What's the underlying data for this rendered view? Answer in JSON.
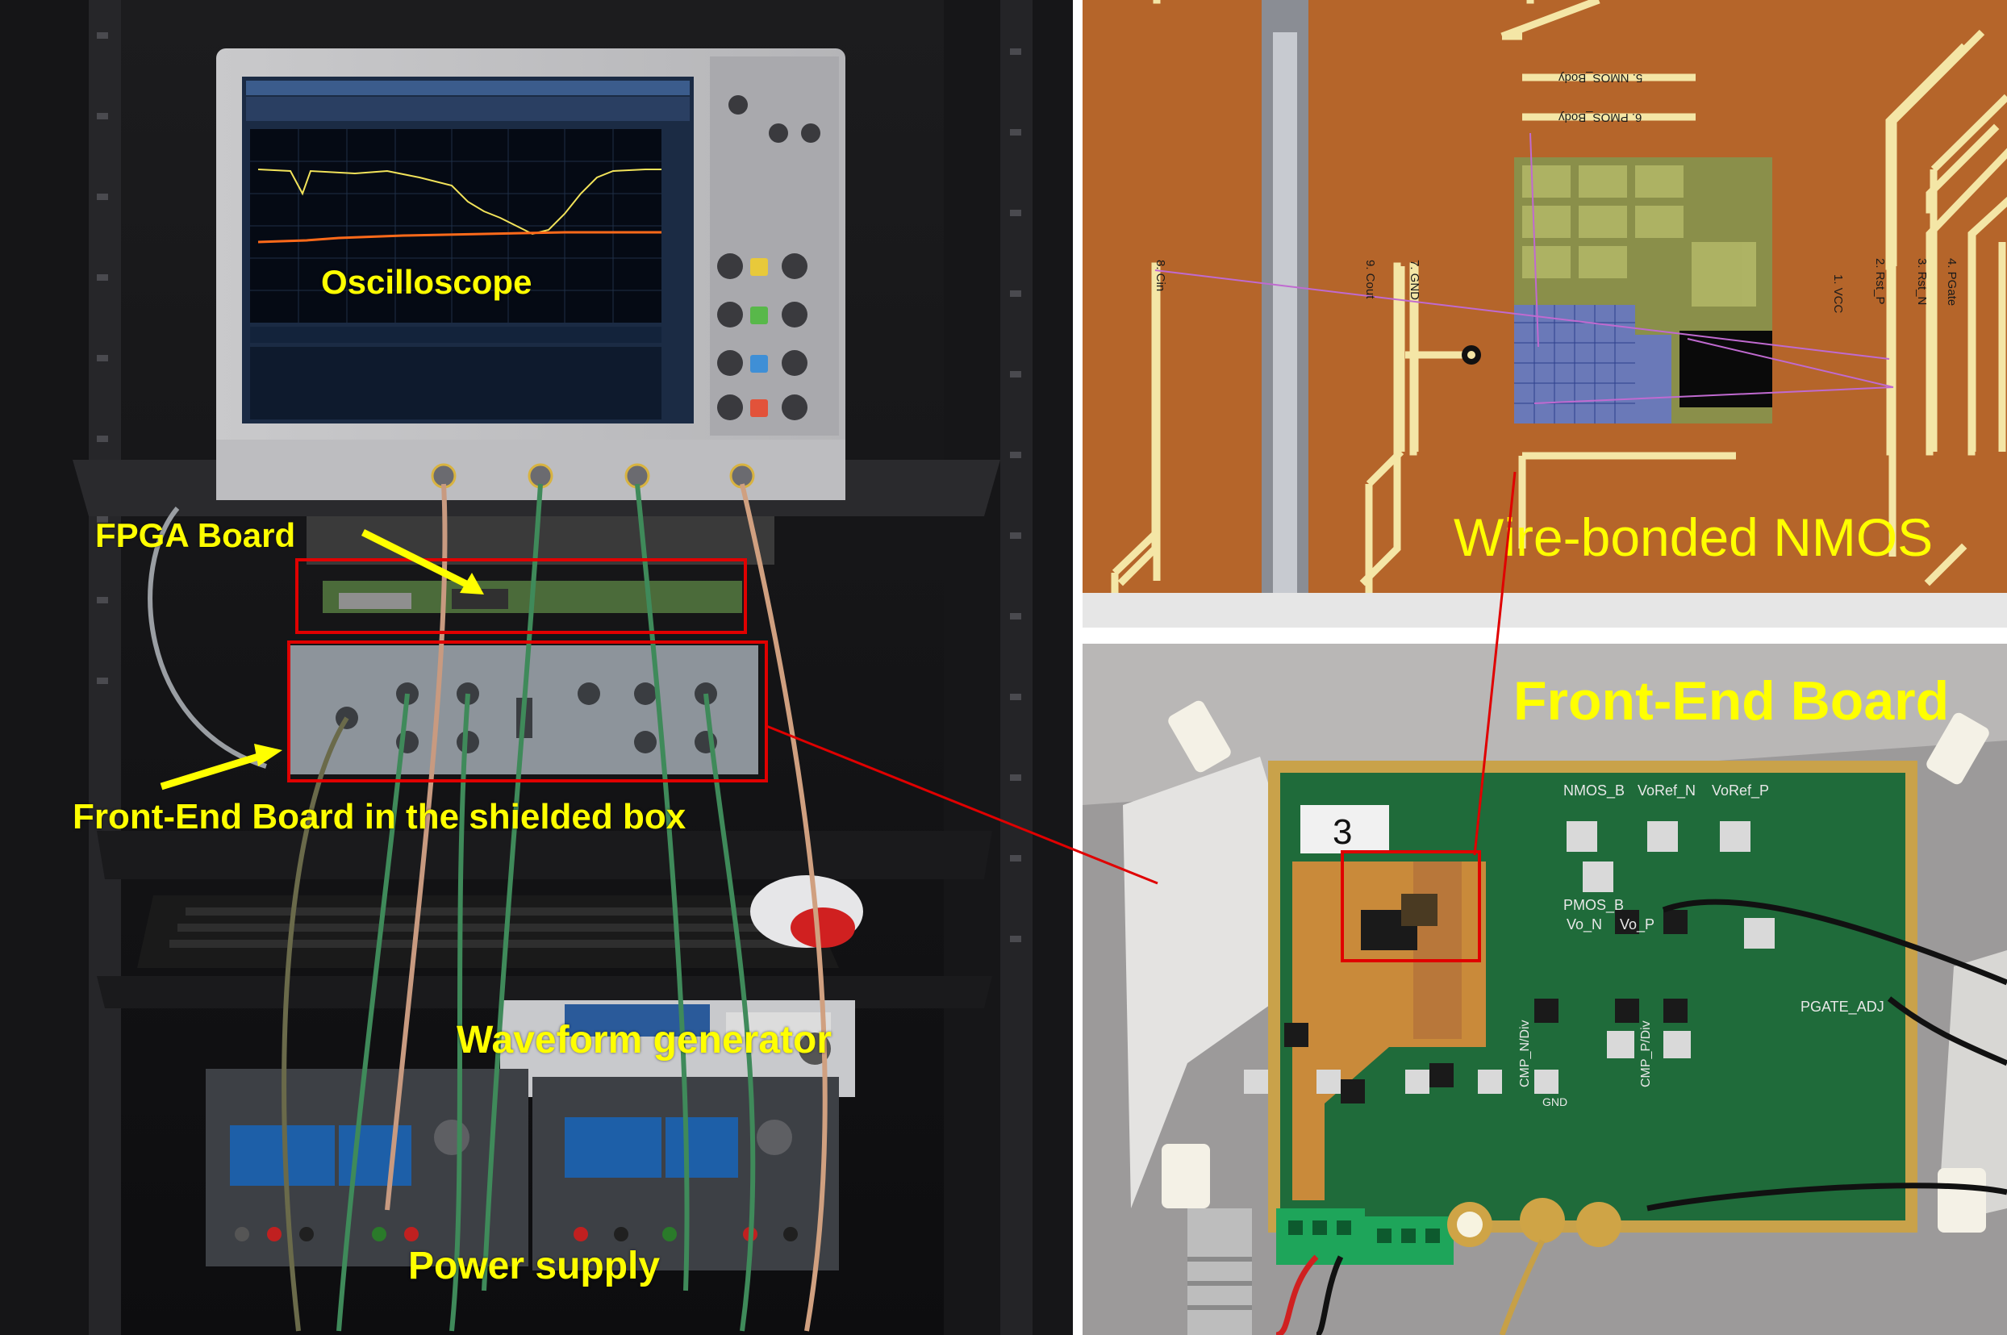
{
  "panels": {
    "setup_photo": {
      "labels": {
        "oscilloscope": "Oscilloscope",
        "fpga_board": "FPGA Board",
        "front_end_board_box": "Front-End Board in the shielded box",
        "waveform_generator": "Waveform generator",
        "power_supply": "Power supply"
      }
    },
    "layout_view": {
      "label": "Wire-bonded NMOS",
      "pads": [
        "1. VCC",
        "2. Rst_P",
        "3. Rst_N",
        "4. PGate",
        "5. NMOS_Body",
        "6. PMOS_Body",
        "7. GND",
        "8. Cin",
        "9. Cout"
      ]
    },
    "board_photo": {
      "label": "Front-End Board",
      "silkscreen": [
        "NMOS_B",
        "VoRef_N",
        "VoRef_P",
        "PMOS_B",
        "Vo_N",
        "Vo_P",
        "PGATE_ADJ",
        "CMP_N/Div",
        "CMP_P/Div",
        "GND"
      ]
    }
  },
  "colors": {
    "label_yellow": "#ffff00",
    "annotation_red": "#e00000",
    "layout_copper": "#b5652a",
    "pcb_green": "#1f6b3a"
  }
}
